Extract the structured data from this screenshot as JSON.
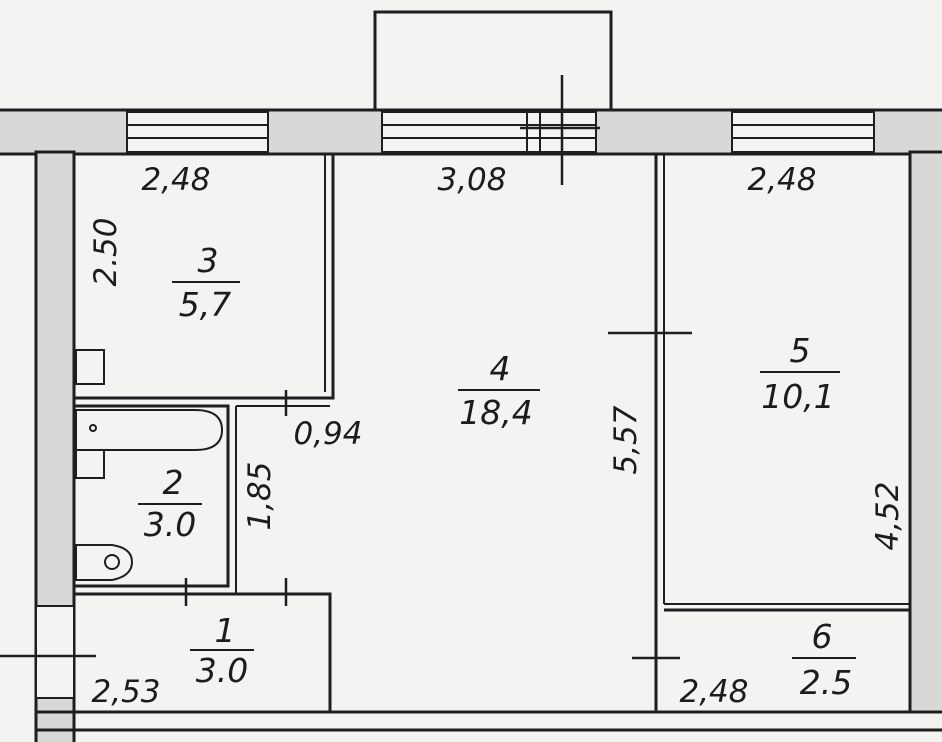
{
  "rooms": [
    {
      "number": "1",
      "area": "3.0"
    },
    {
      "number": "2",
      "area": "3.0"
    },
    {
      "number": "3",
      "area": "5,7"
    },
    {
      "number": "4",
      "area": "18,4"
    },
    {
      "number": "5",
      "area": "10,1"
    },
    {
      "number": "6",
      "area": "2.5"
    }
  ],
  "dimensions": {
    "room3_width": "2,48",
    "room3_height": "2.50",
    "room4_width": "3,08",
    "room4_height": "5,57",
    "room5_width": "2,48",
    "room5_height": "4,52",
    "corridor_width": "0,94",
    "room2_height": "1,85",
    "room1_width": "2,53",
    "room6_width": "2,48"
  },
  "colors": {
    "line": "#1e1e1e",
    "paper": "#f3f3f1",
    "wall_fill": "#d8d8d6"
  }
}
